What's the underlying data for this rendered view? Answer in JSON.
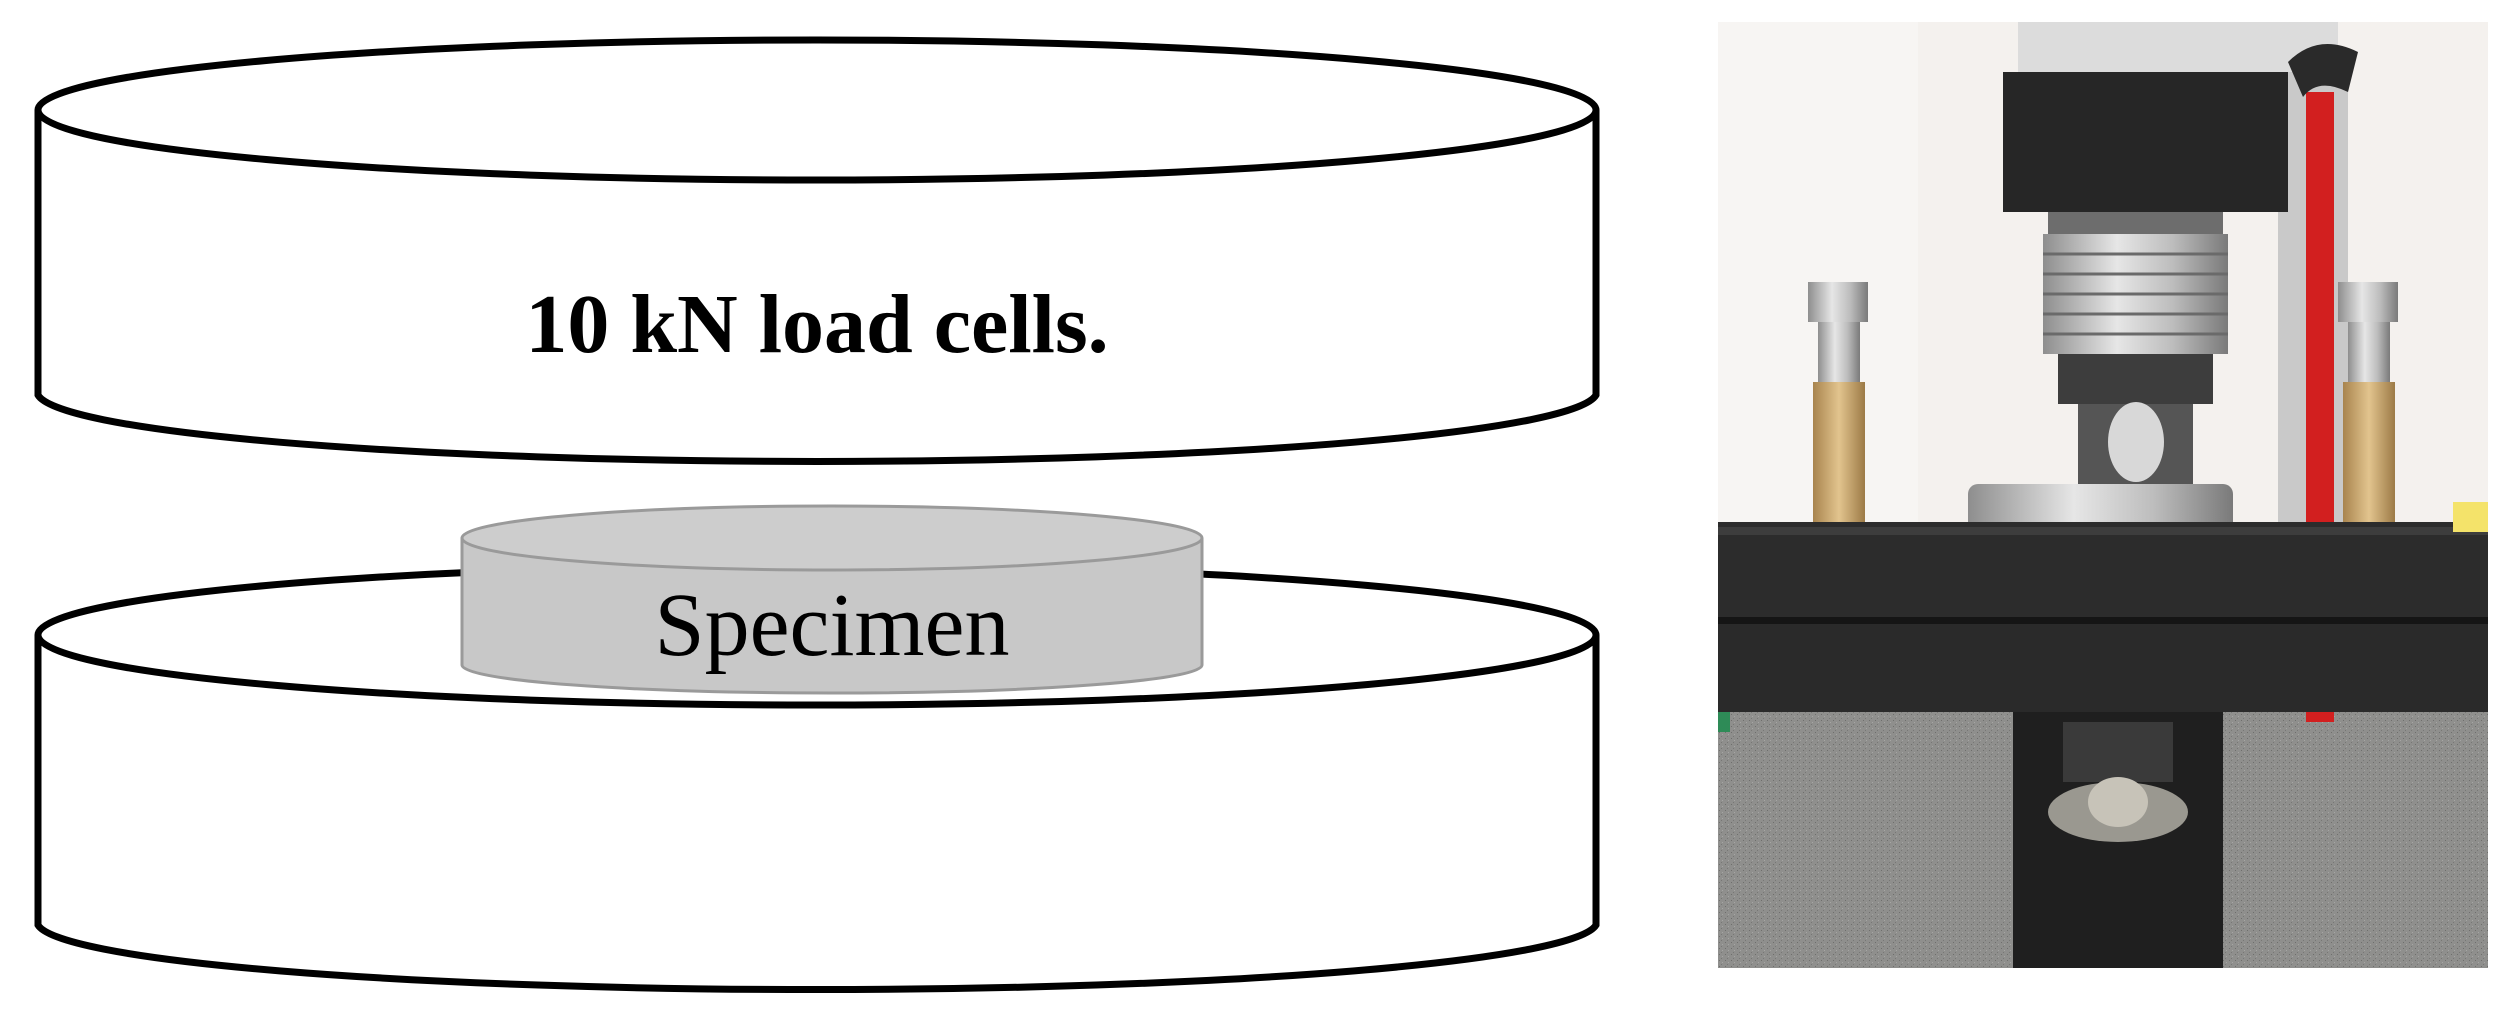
{
  "diagram": {
    "top_plate_label": "10 kN load cells.",
    "specimen_label": "Specimen"
  },
  "colors": {
    "outline": "#000000",
    "specimen_fill": "#c8c8c8",
    "background": "#ffffff"
  },
  "photo": {
    "subject": "compression test fixture photograph"
  }
}
